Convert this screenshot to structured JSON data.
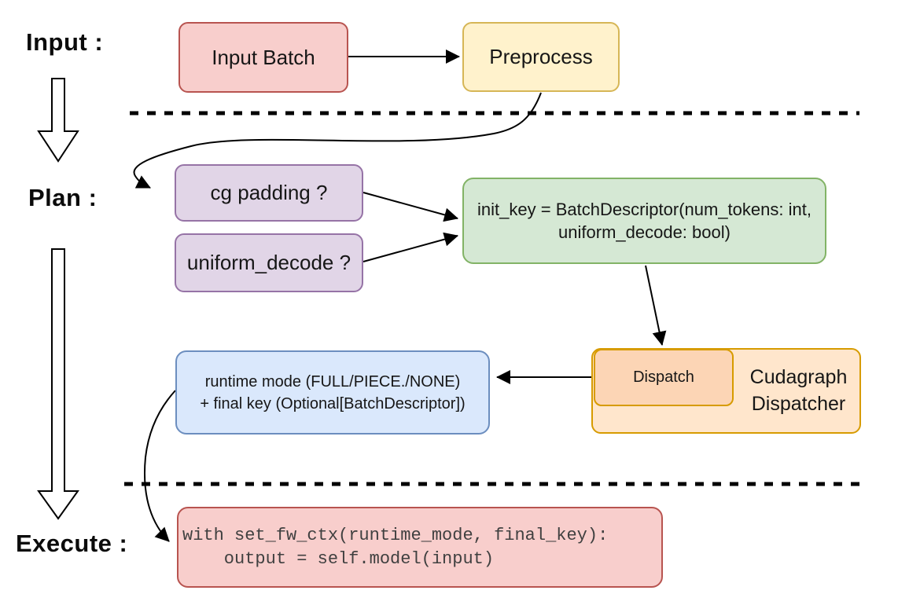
{
  "phases": {
    "input_label": "Input :",
    "plan_label": "Plan :",
    "execute_label": "Execute :"
  },
  "nodes": {
    "input_batch": {
      "label": "Input Batch"
    },
    "preprocess": {
      "label": "Preprocess"
    },
    "cg_padding": {
      "label": "cg padding ?"
    },
    "uniform_decode": {
      "label": "uniform_decode ?"
    },
    "init_key": {
      "line1": "init_key = BatchDescriptor(num_tokens: int,",
      "line2": "uniform_decode: bool)"
    },
    "dispatch": {
      "label": "Dispatch"
    },
    "cudagraph_dispatcher": {
      "line1": "Cudagraph",
      "line2": "Dispatcher"
    },
    "runtime_mode": {
      "line1": "runtime mode (FULL/PIECE./NONE)",
      "line2": "+ final key (Optional[BatchDescriptor])"
    },
    "execute_code": {
      "line1": "with set_fw_ctx(runtime_mode, final_key):",
      "line2": "    output = self.model(input)"
    }
  },
  "colors": {
    "pink_fill": "#f8cecc",
    "pink_stroke": "#b85450",
    "yellow_fill": "#fff2cc",
    "yellow_stroke": "#d6b656",
    "purple_fill": "#e1d5e7",
    "purple_stroke": "#9673a6",
    "green_fill": "#d5e8d4",
    "green_stroke": "#82b366",
    "blue_fill": "#dae8fc",
    "blue_stroke": "#6c8ebf",
    "orange_fill": "#ffe6cc",
    "orange_inner_fill": "#fcd5b5",
    "orange_stroke": "#d79b00",
    "connector": "#000000",
    "code_text": "#404040"
  }
}
